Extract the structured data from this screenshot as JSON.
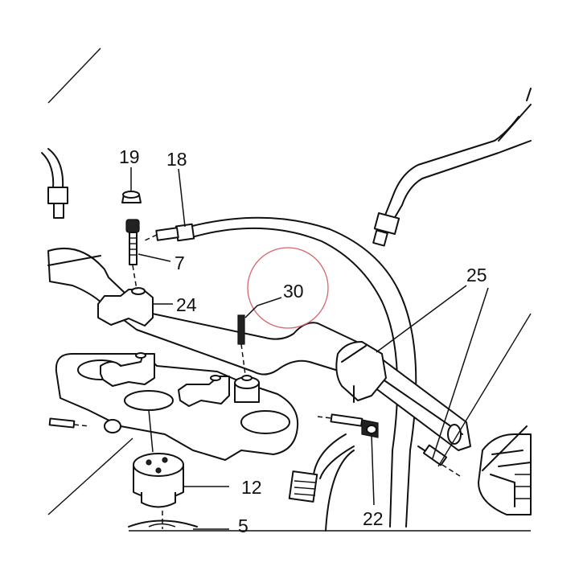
{
  "labels": {
    "p19": "19",
    "p18": "18",
    "p7": "7",
    "p24": "24",
    "p30": "30",
    "p25": "25",
    "p12": "12",
    "p22": "22",
    "p5": "5"
  },
  "colors": {
    "ink": "#111111",
    "paper": "#ffffff",
    "highlight_circle": "#d9656f"
  }
}
